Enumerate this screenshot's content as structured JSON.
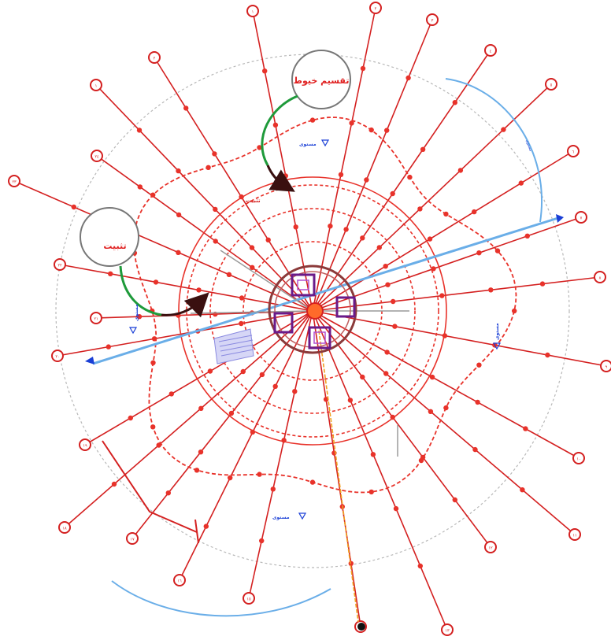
{
  "drawing": {
    "annotations": {
      "circle_top_label": "تقسيم خيوط",
      "circle_left_label": "تثبيت",
      "inner_label": "تثبيت",
      "level_top": "مستوى",
      "level_left": "مستوى",
      "level_right": "مستوى",
      "level_bottom": "مستوى",
      "dim_right": "مستوى"
    },
    "axis_markers": [
      "١",
      "٢",
      "٣",
      "٤",
      "٥",
      "٦",
      "٧",
      "٨",
      "٩",
      "١٠",
      "١١",
      "١٢",
      "١٣",
      "١٤",
      "١٥",
      "١٦",
      "١٧",
      "١٨",
      "١٩",
      "٢٠",
      "٢١",
      "٢٢",
      "٢٣",
      "٢٤"
    ],
    "colors": {
      "grid": "#e8322a",
      "cable": "#d42020",
      "guide": "#9a9a9a",
      "blue": "#6aaee8",
      "dim": "#1a3fd6",
      "green": "#1e9a3a",
      "dark": "#3a1010",
      "mast": "#6a1a8a",
      "orange": "#f0a020"
    }
  }
}
